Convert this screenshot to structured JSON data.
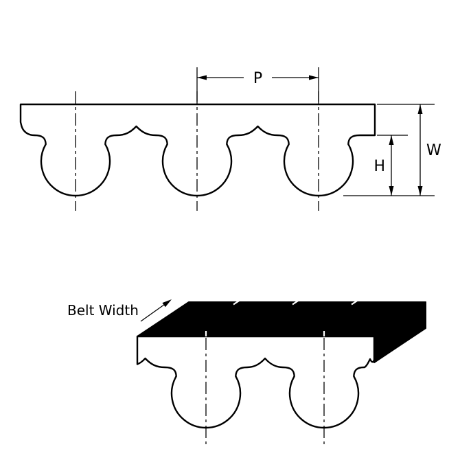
{
  "diagram": {
    "labels": {
      "pitch": "P",
      "overall_thickness": "W",
      "tooth_height": "H",
      "belt_width": "Belt Width"
    },
    "colors": {
      "line": "#000000",
      "solid_face": "#000000",
      "belt_face": "#ffffff",
      "background": "#ffffff"
    }
  }
}
